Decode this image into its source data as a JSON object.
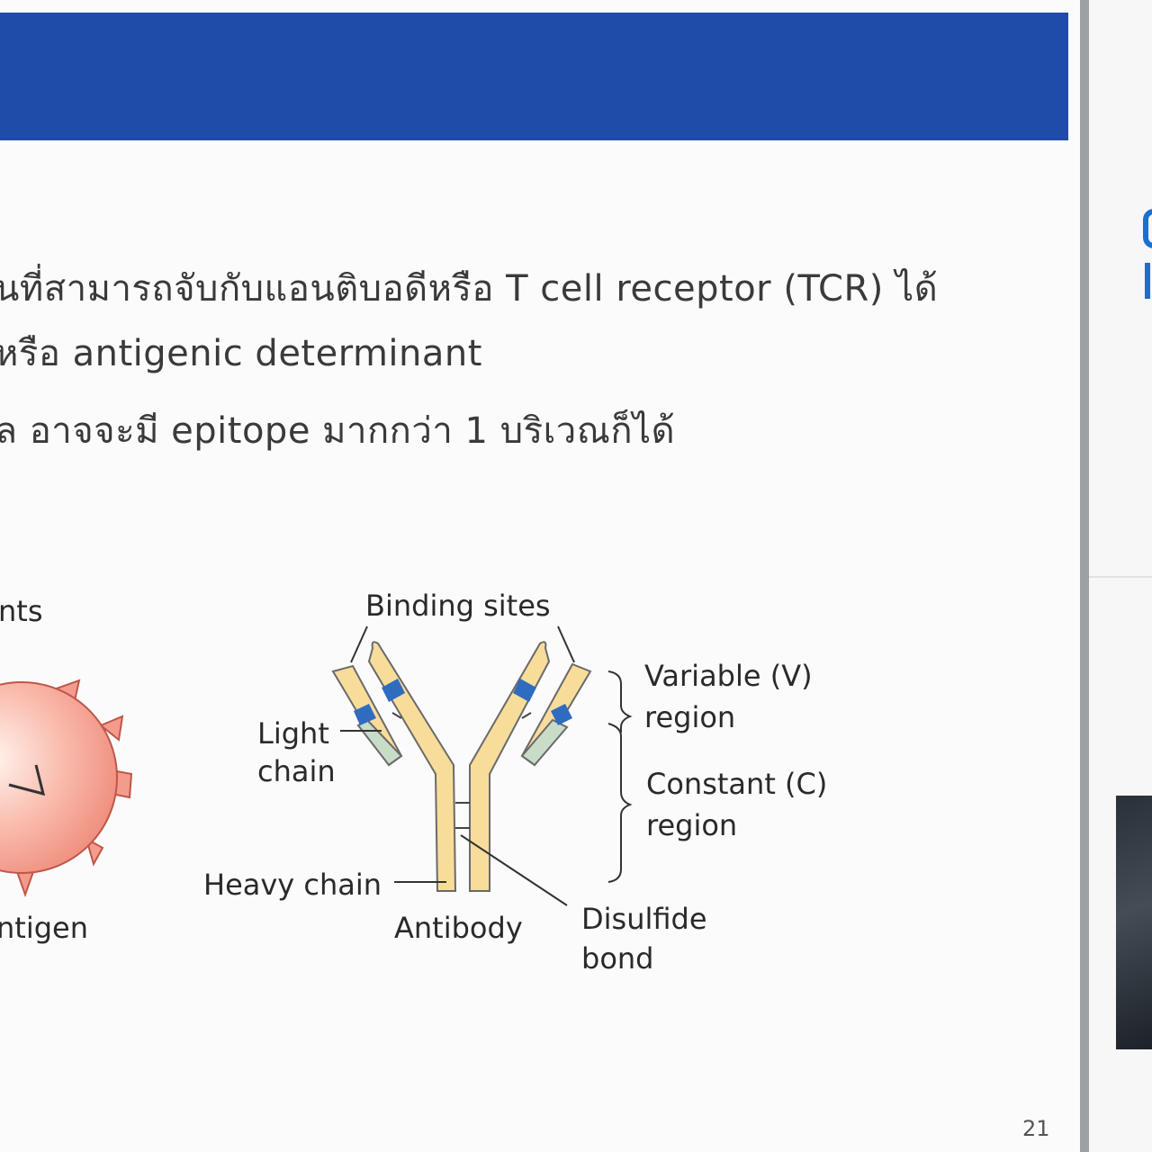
{
  "slide": {
    "bullets": [
      "นที่สามารถจับกับแอนติบอดีหรือ T cell receptor (TCR) ได้",
      "หรือ antigenic determinant",
      "ุล อาจจะมี epitope มากกว่า 1 บริเวณก็ได้"
    ],
    "figure": {
      "antigen_partial_label_top": "nts",
      "antigen_partial_label": "ntigen",
      "binding_sites": "Binding sites",
      "light_chain_line1": "Light",
      "light_chain_line2": "chain",
      "heavy_chain": "Heavy chain",
      "antibody": "Antibody",
      "variable_line1": "Variable (V)",
      "variable_line2": "region",
      "constant_line1": "Constant (C)",
      "constant_line2": "region",
      "disulfide_line1": "Disulfide",
      "disulfide_line2": "bond"
    },
    "page_number": "21"
  },
  "colors": {
    "header_blue": "#1e4ca8",
    "heavy_chain_fill": "#f8dc9a",
    "light_chain_fill": "#c9dcc8",
    "variable_band": "#2f6cc0",
    "antigen_fill": "#f49c8c"
  }
}
